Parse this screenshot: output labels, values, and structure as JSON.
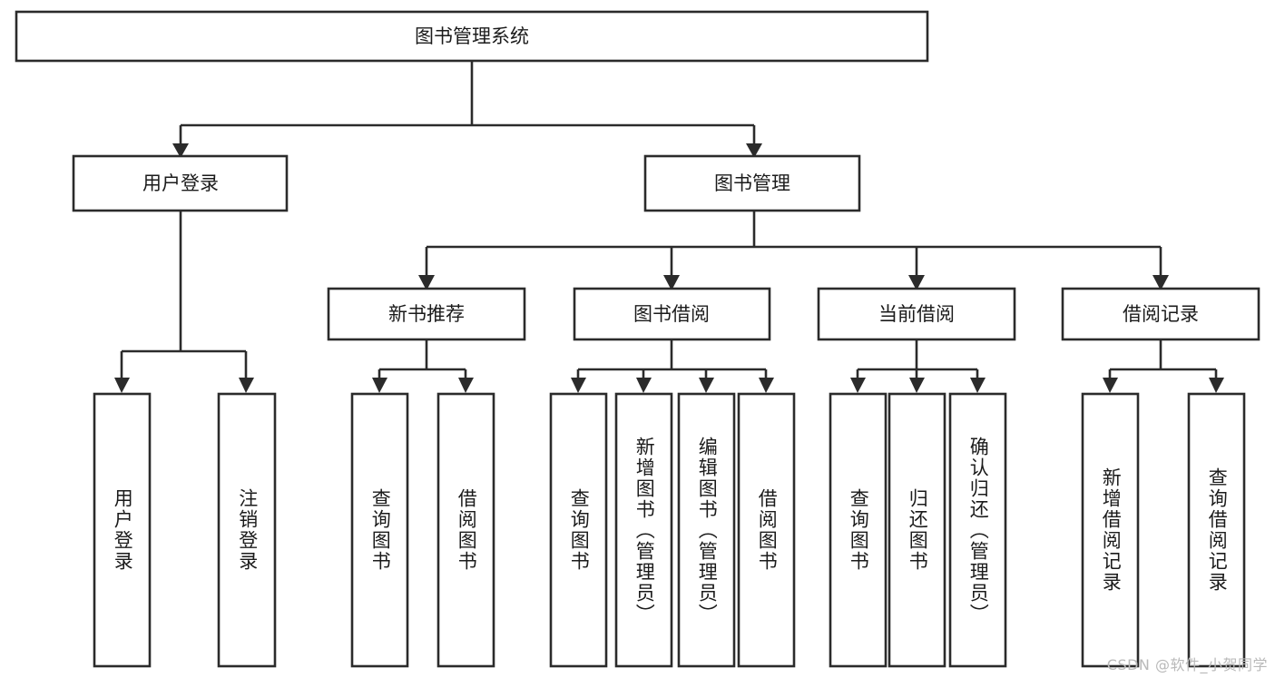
{
  "diagram": {
    "title": "图书管理系统",
    "type": "tree-hierarchy-diagram",
    "background_color": "#ffffff",
    "line_color": "#2b2b2b",
    "text_color": "#1b1b1b"
  },
  "root": {
    "label": "图书管理系统"
  },
  "level2": [
    {
      "label": "用户登录"
    },
    {
      "label": "图书管理"
    }
  ],
  "level3": [
    {
      "label": "新书推荐"
    },
    {
      "label": "图书借阅"
    },
    {
      "label": "当前借阅"
    },
    {
      "label": "借阅记录"
    }
  ],
  "leaves": {
    "user_login": [
      {
        "label": "用户登录"
      },
      {
        "label": "注销登录"
      }
    ],
    "new_book_recommend": [
      {
        "label": "查询图书"
      },
      {
        "label": "借阅图书"
      }
    ],
    "book_borrow": [
      {
        "label": "查询图书"
      },
      {
        "label": "新增图书（管理员）"
      },
      {
        "label": "编辑图书（管理员）"
      },
      {
        "label": "借阅图书"
      }
    ],
    "current_borrow": [
      {
        "label": "查询图书"
      },
      {
        "label": "归还图书"
      },
      {
        "label": "确认归还（管理员）"
      }
    ],
    "borrow_record": [
      {
        "label": "新增借阅记录"
      },
      {
        "label": "查询借阅记录"
      }
    ]
  },
  "watermark": {
    "text": "CSDN @软件_小贺同学"
  }
}
